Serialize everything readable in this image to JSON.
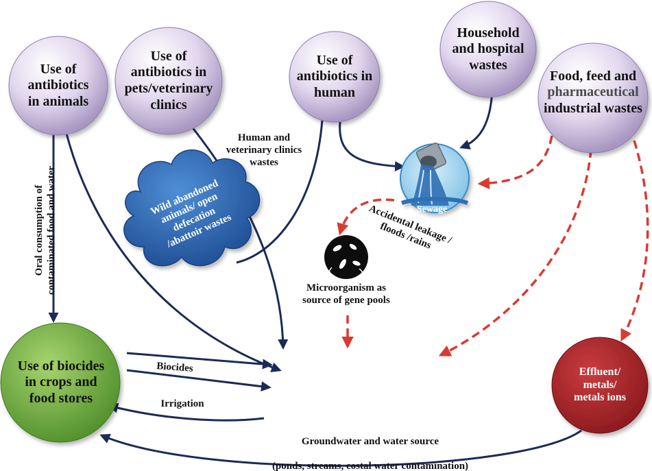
{
  "nodes": {
    "animals": "Use of\nantibiotics\nin animals",
    "pets": "Use of\nantibiotics in\npets/veterinary\nclinics",
    "human": "Use of\nantibiotics in\nhuman",
    "household": "Household\nand hospital\nwastes",
    "food_feed_line1": "Food, feed and",
    "food_feed_line2": "pharmaceutical",
    "food_feed_line3": "industrial wastes",
    "wild": "Wild abandoned\nanimals/ open\ndefecation\n/abattoir wastes",
    "sewage": "Sewage",
    "microorganism": "Microorganism  as\nsource of gene pools",
    "biocides_crops": "Use of biocides\nin crops and\nfood stores",
    "effluent": "Effluent/\nmetals/\nmetals ions"
  },
  "labels": {
    "oral": "Oral consumption of\ncontaminated food and water",
    "clinic_wastes": "Human and\nveterinary clinics\nwastes",
    "accidental": "Accidental leakage /\nfloods /rains",
    "biocides": "Biocides",
    "irrigation": "Irrigation",
    "groundwater_line1": "Groundwater and water source",
    "groundwater_line2": "(ponds, streams, costal water contamination)"
  },
  "colors": {
    "bubble_purple": "#d9cfe6",
    "cloud_blue": "#2f67b0",
    "green": "#7cb342",
    "red": "#b3282b",
    "navy_arrow": "#1b2a57",
    "red_arrow": "#d93a32"
  }
}
